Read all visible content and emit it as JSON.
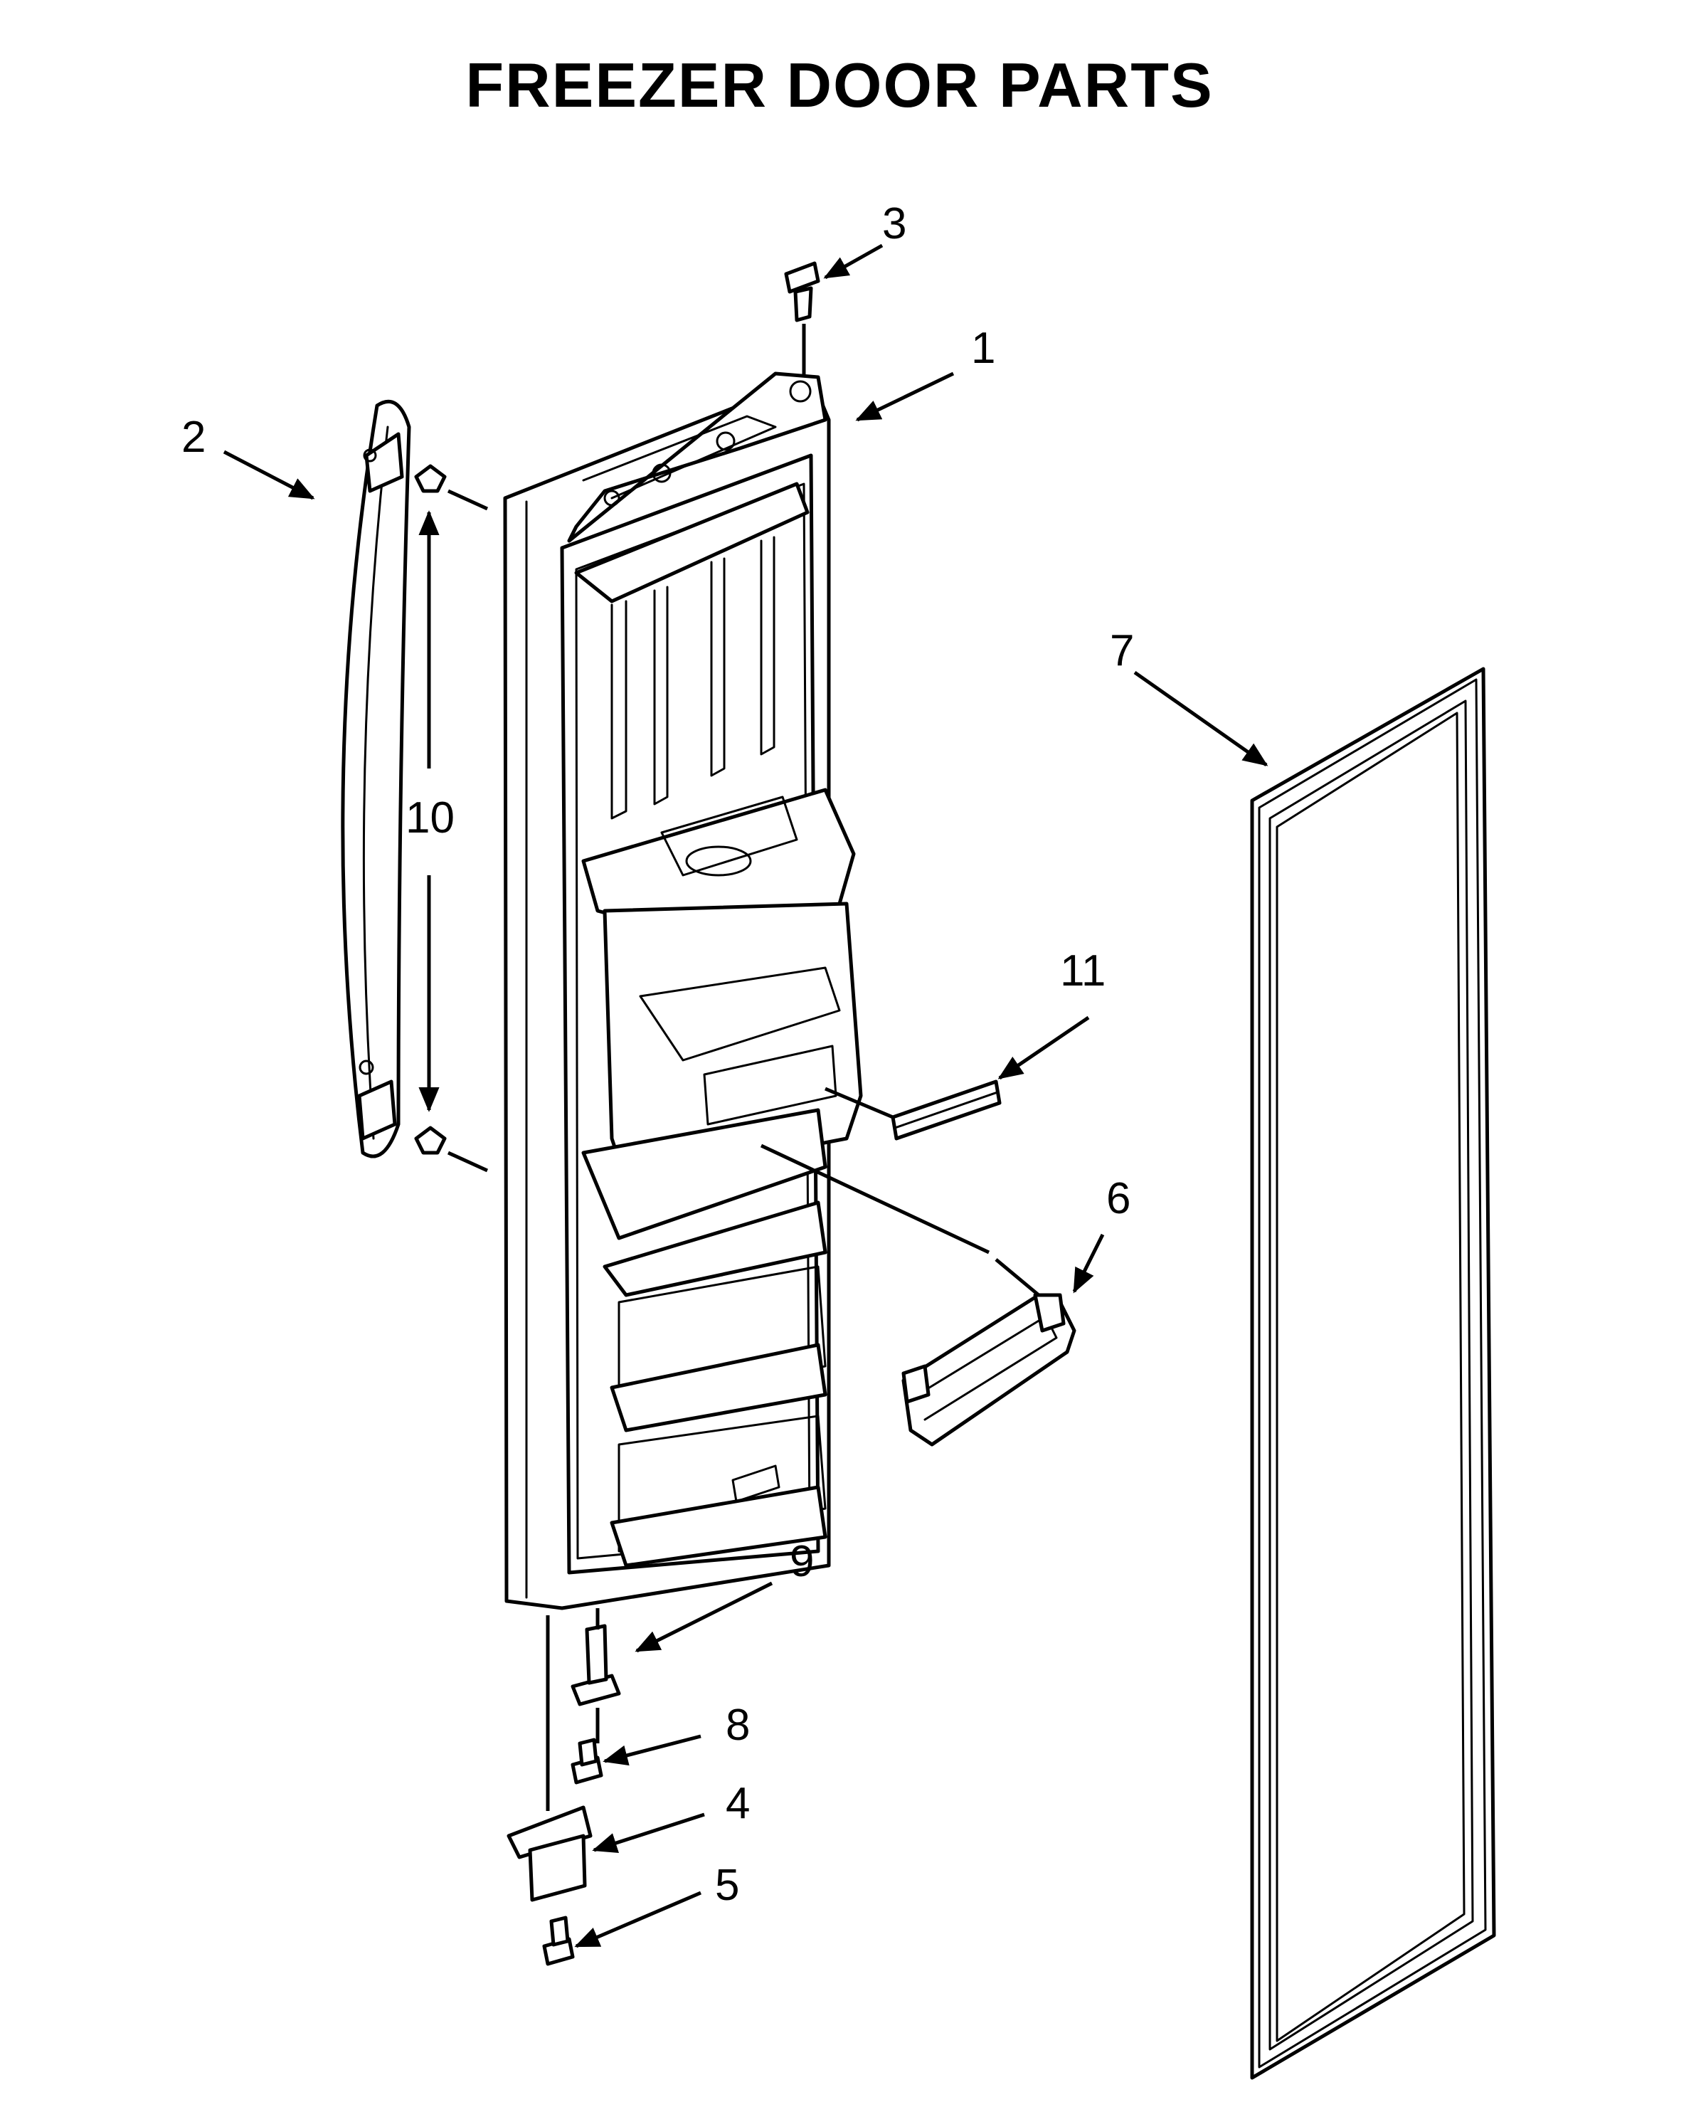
{
  "title": "FREEZER DOOR PARTS",
  "callouts": [
    {
      "id": "c1",
      "label": "1"
    },
    {
      "id": "c2",
      "label": "2"
    },
    {
      "id": "c3",
      "label": "3"
    },
    {
      "id": "c4",
      "label": "4"
    },
    {
      "id": "c5",
      "label": "5"
    },
    {
      "id": "c6",
      "label": "6"
    },
    {
      "id": "c7",
      "label": "7"
    },
    {
      "id": "c8",
      "label": "8"
    },
    {
      "id": "c9",
      "label": "9"
    },
    {
      "id": "c10",
      "label": "10"
    },
    {
      "id": "c11",
      "label": "11"
    }
  ],
  "colors": {
    "ink": "#000000",
    "paper": "#ffffff"
  }
}
